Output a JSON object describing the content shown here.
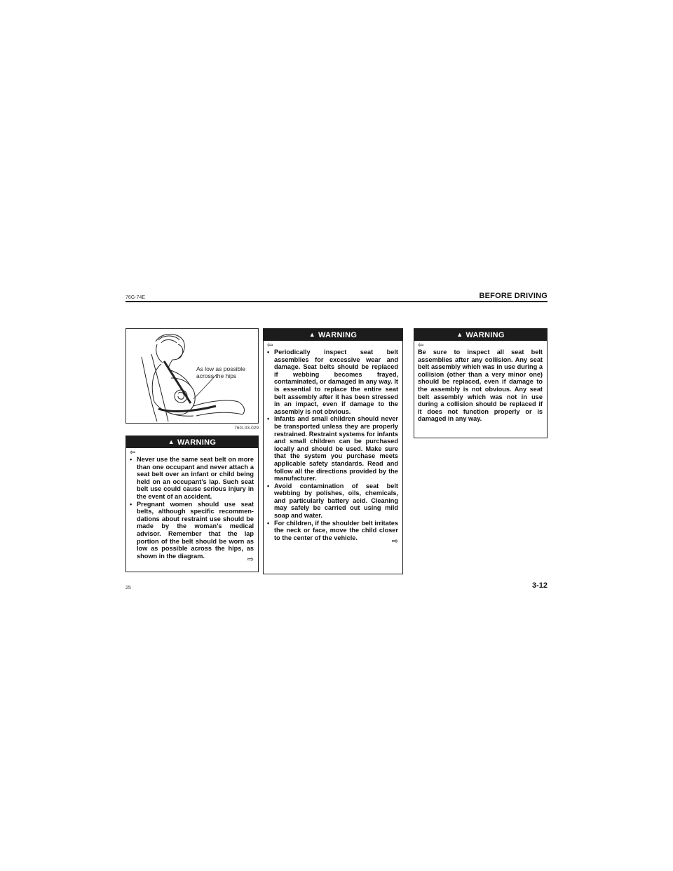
{
  "header": {
    "doc_code": "76G-74E",
    "section_title": "BEFORE DRIVING"
  },
  "figure": {
    "caption_line1": "As low as possible",
    "caption_line2": "across the hips",
    "code": "76G-03-029"
  },
  "warning_label": "WARNING",
  "icons": {
    "warning": "warning-triangle-icon",
    "continued_from": "arrow-left-icon",
    "continued_on": "arrow-right-icon"
  },
  "warnings": {
    "box1": {
      "items": [
        "Never use the same seat belt on more than one occupant and never attach a seat belt over an infant or child being held on an occupant’s lap. Such seat belt use could cause serious injury in the event of an accident.",
        "Pregnant women should use seat belts, although specific recommen-dations about restraint use should be made by the woman’s medical advisor. Remember that the lap portion of the belt should be worn as low as possible across the hips, as shown in the diagram."
      ]
    },
    "box2": {
      "items": [
        "Periodically inspect seat belt assemblies for excessive wear and damage. Seat belts should be replaced if webbing becomes frayed, contaminated, or damaged in any way. It is essential to replace the entire seat belt assembly after it has been stressed in an impact, even if damage to the assembly is not obvious.",
        "Infants and small children should never be transported unless they are properly restrained. Restraint systems for infants and small children can be purchased locally and should be used. Make sure that the system you purchase meets applicable safety standards. Read and follow all the directions provided by the manufacturer.",
        "Avoid contamination of seat belt webbing by polishes, oils, chemicals, and particularly battery acid. Cleaning may safely be carried out using mild soap and water.",
        "For children, if the shoulder belt irritates the neck or face, move the child closer to the center of the vehicle."
      ]
    },
    "box3": {
      "text": "Be sure to inspect all seat belt assemblies after any collision. Any seat belt assembly which was in use during a collision (other than a very minor one) should be replaced, even if damage to the assembly is not obvious. Any seat belt assembly which was not in use during a collision should be replaced if it does not function properly or is damaged in any way."
    }
  },
  "footer": {
    "page_number": "25",
    "page_ref": "3-12"
  }
}
